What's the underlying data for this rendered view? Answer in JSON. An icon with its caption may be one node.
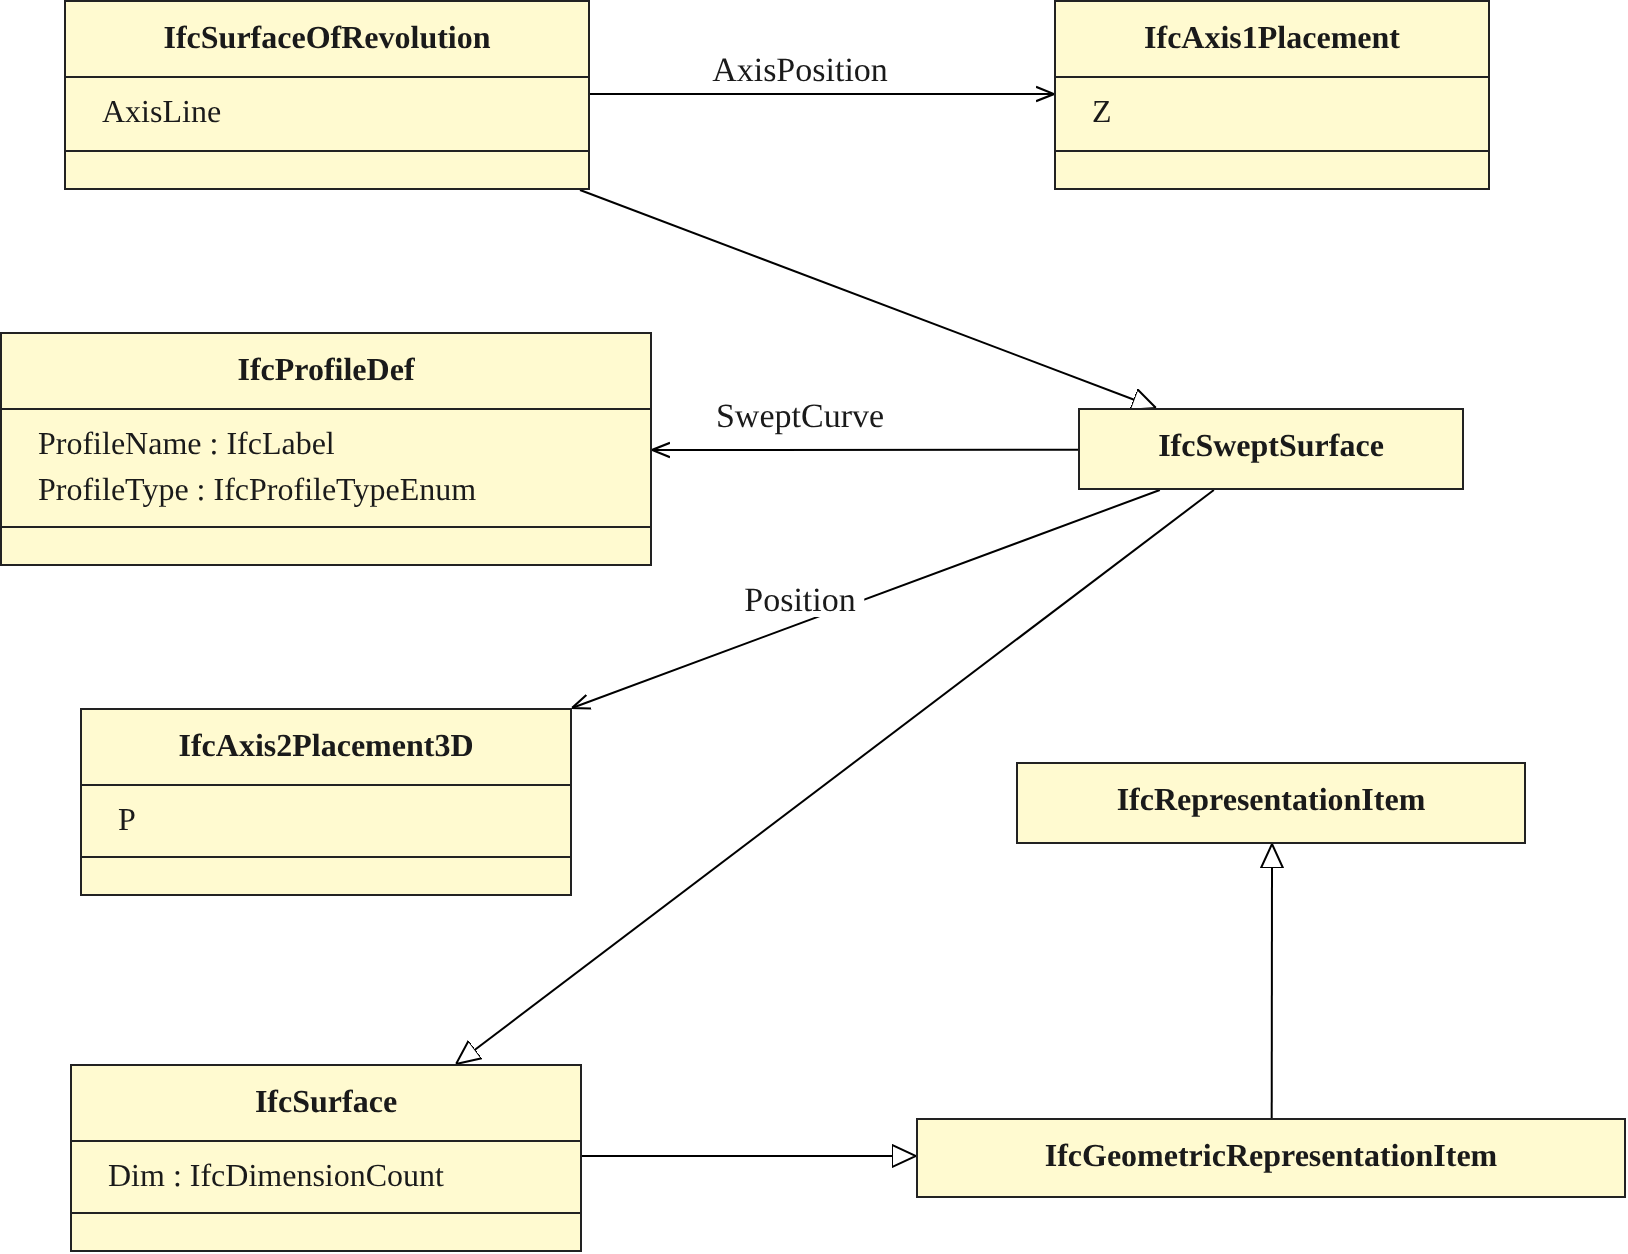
{
  "diagram": {
    "nodes": [
      {
        "text": [
          "IfcSurfaceOfRevolution",
          "AxisLine"
        ]
      },
      {
        "text": [
          "IfcAxis1Placement",
          "Z"
        ]
      },
      {
        "text": [
          "IfcProfileDef",
          "ProfileName : IfcLabel",
          "ProfileType : IfcProfileTypeEnum"
        ]
      },
      {
        "text": [
          "IfcSweptSurface"
        ]
      },
      {
        "text": [
          "IfcAxis2Placement3D",
          "P"
        ]
      },
      {
        "text": [
          "IfcRepresentationItem"
        ]
      },
      {
        "text": [
          "IfcSurface",
          "Dim : IfcDimensionCount"
        ]
      },
      {
        "text": [
          "IfcGeometricRepresentationItem"
        ]
      }
    ],
    "edges": [
      {
        "from": 0,
        "to": 1,
        "arrow": "to",
        "label": "AxisPosition"
      },
      {
        "from": 0,
        "to": 3,
        "arrow": "to"
      },
      {
        "from": 3,
        "to": 2,
        "arrow": "to",
        "label": "SweptCurve"
      },
      {
        "from": 3,
        "to": 4,
        "arrow": "to",
        "label": "Position"
      },
      {
        "from": 3,
        "to": 6,
        "arrow": "to"
      },
      {
        "from": 6,
        "to": 7,
        "arrow": "to"
      },
      {
        "from": 7,
        "to": 5,
        "arrow": "to"
      }
    ]
  }
}
